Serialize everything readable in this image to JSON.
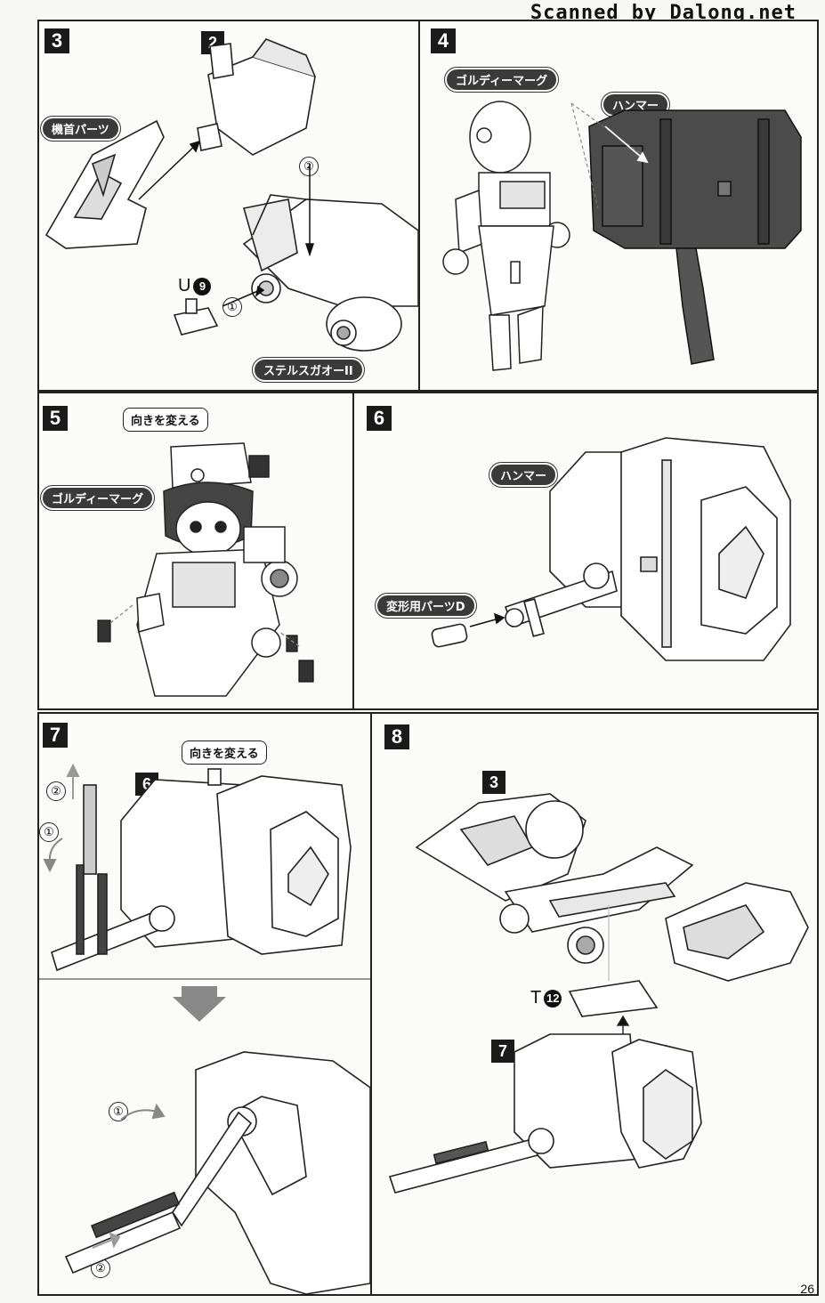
{
  "watermark": "Scanned by Dalong.net",
  "page_number": "26",
  "steps": {
    "s3": {
      "number": "3",
      "ref_number": "2",
      "label_head_part": "機首パーツ",
      "label_stealth": "ステルスガオーII",
      "part_letter": "U",
      "part_no": "9",
      "step_a": "①",
      "step_b": "②"
    },
    "s4": {
      "number": "4",
      "label_character": "ゴルディーマーグ",
      "label_hammer": "ハンマー"
    },
    "s5": {
      "number": "5",
      "label_turn": "向きを変える",
      "label_character": "ゴルディーマーグ"
    },
    "s6": {
      "number": "6",
      "label_hammer": "ハンマー",
      "label_part_d": "変形用パーツD"
    },
    "s7": {
      "number": "7",
      "ref_number": "6",
      "label_turn": "向きを変える",
      "step_a": "①",
      "step_b": "②",
      "step_a2": "①",
      "step_b2": "②"
    },
    "s8": {
      "number": "8",
      "ref_top": "3",
      "ref_bottom": "7",
      "part_letter": "T",
      "part_no": "12"
    }
  }
}
